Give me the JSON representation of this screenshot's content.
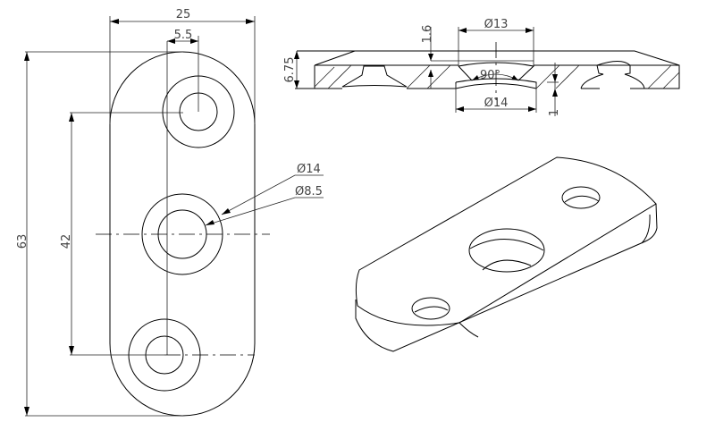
{
  "drawing": {
    "title": "Flat plate with three countersunk holes",
    "line_color": "#000000",
    "background": "#ffffff"
  },
  "top_view": {
    "dims": {
      "width": "25",
      "offset": "5.5",
      "length": "63",
      "hole_spacing": "42",
      "outer_diameter": "Ø14",
      "inner_diameter": "Ø8.5"
    }
  },
  "section_view": {
    "dims": {
      "thickness": "6.75",
      "depth": "1.6",
      "top_diameter": "Ø13",
      "bottom_diameter": "Ø14",
      "angle": "90°",
      "step": "1"
    }
  }
}
